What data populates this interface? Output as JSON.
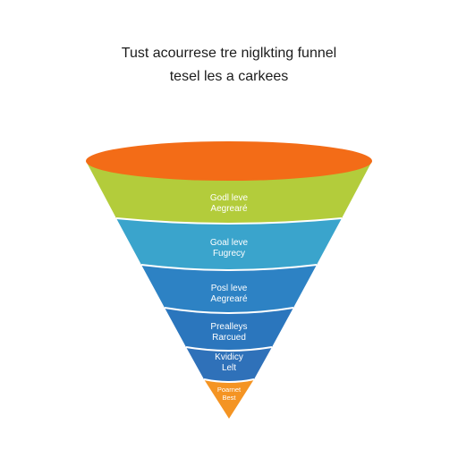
{
  "title": {
    "line1": "Tust acourrese tre niglkting funnel",
    "line2": "tesel les a carkees"
  },
  "stages": [
    {
      "line1": "Godl leve",
      "line2": "Aegrearé"
    },
    {
      "line1": "Goal leve",
      "line2": "Fugrecy"
    },
    {
      "line1": "Posl leve",
      "line2": "Aegrearé"
    },
    {
      "line1": "Prealleys",
      "line2": "Rarcued"
    },
    {
      "line1": "Kvidicy",
      "line2": "Lelt"
    },
    {
      "line1": "Poarnet",
      "line2": "Best"
    }
  ],
  "colors": {
    "top_ellipse": "#f36c17",
    "stage_1": "#b3cc3b",
    "stage_2": "#3aa4cc",
    "stage_3": "#2d82c4",
    "stage_4": "#2b76bd",
    "stage_5": "#2f71b9",
    "stage_6": "#f49423",
    "divider": "#ffffff"
  }
}
